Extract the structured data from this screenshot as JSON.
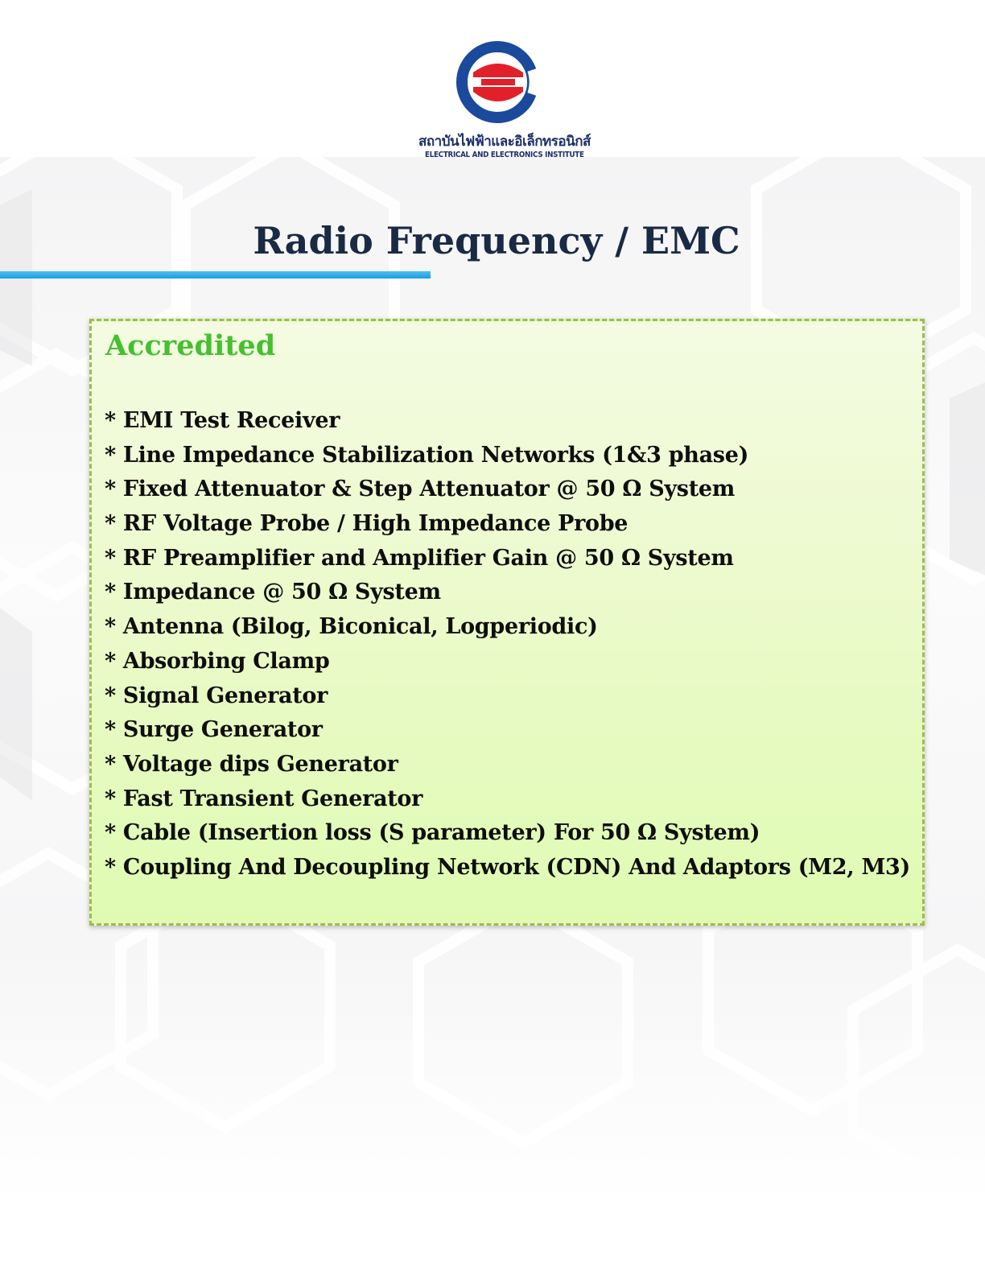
{
  "logo": {
    "thai_name": "สถาบันไฟฟ้าและอิเล็กทรอนิกส์",
    "english_name": "ELECTRICAL AND ELECTRONICS INSTITUTE",
    "colors": {
      "blue": "#1b4a9c",
      "red": "#e2202a"
    }
  },
  "page": {
    "title": "Radio Frequency / EMC",
    "title_color": "#1a2a44",
    "underline_color": "#1c9ee0"
  },
  "accredited": {
    "heading": "Accredited",
    "heading_color": "#45c02f",
    "border_color": "#9cbd4f",
    "items": [
      "* EMI Test Receiver",
      "* Line Impedance Stabilization Networks (1&3 phase)",
      "* Fixed Attenuator & Step Attenuator @ 50 Ω  System",
      "* RF Voltage Probe / High Impedance Probe",
      "* RF Preamplifier and Amplifier Gain @ 50 Ω  System",
      "* Impedance @ 50 Ω  System",
      "* Antenna  (Bilog, Biconical, Logperiodic)",
      "* Absorbing Clamp",
      "* Signal Generator",
      "* Surge  Generator",
      "* Voltage dips  Generator",
      "* Fast Transient Generator",
      "* Cable  (Insertion loss (S parameter) For 50 Ω  System)",
      "* Coupling And Decoupling Network  (CDN) And Adaptors (M2, M3)"
    ]
  }
}
